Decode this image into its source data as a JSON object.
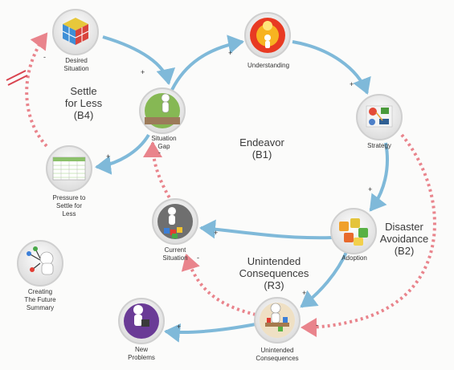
{
  "colors": {
    "positive_link": "#7fb9d9",
    "negative_link": "#e9848c",
    "node_ring": "#d6d6d6",
    "text": "#333333",
    "delay_mark": "#d9434f"
  },
  "nodes": {
    "desired_situation": {
      "label": "Desired\nSituation",
      "icon": "rubiks-cube-icon"
    },
    "situation_gap": {
      "label": "Situation\nGap",
      "icon": "figure-at-gap-icon"
    },
    "understanding": {
      "label": "Understanding",
      "icon": "lightbulb-icon"
    },
    "strategy": {
      "label": "Strategy",
      "icon": "strategy-board-icon"
    },
    "pressure": {
      "label": "Pressure to\nSettle for\nLess",
      "icon": "spreadsheet-icon"
    },
    "current_situation": {
      "label": "Current\nSituation",
      "icon": "figure-with-blocks-icon"
    },
    "adoption": {
      "label": "Adoption",
      "icon": "puzzle-pieces-icon"
    },
    "creating_future": {
      "label": "Creating\nThe Future\nSummary",
      "icon": "network-figure-icon"
    },
    "new_problems": {
      "label": "New\nProblems",
      "icon": "figure-with-box-icon"
    },
    "unintended_consequences": {
      "label": "Unintended\nConsequences",
      "icon": "cluttered-desk-icon"
    }
  },
  "loops": {
    "settle": "Settle\nfor Less\n(B4)",
    "endeavor": "Endeavor\n(B1)",
    "disaster": "Disaster\nAvoidance\n(B2)",
    "unintended": "Unintended\nConsequences\n(R3)"
  },
  "polarities": {
    "desired_to_gap": "+",
    "gap_to_understanding": "+",
    "understanding_to_strategy": "+",
    "strategy_to_adoption": "+",
    "adoption_to_current": "+",
    "gap_to_pressure": "+",
    "pressure_to_desired": "-",
    "current_to_gap": "-",
    "adoption_to_unintended": "+",
    "strategy_to_unintended": "-",
    "unintended_to_current": "-",
    "unintended_to_new_problems": "+"
  }
}
